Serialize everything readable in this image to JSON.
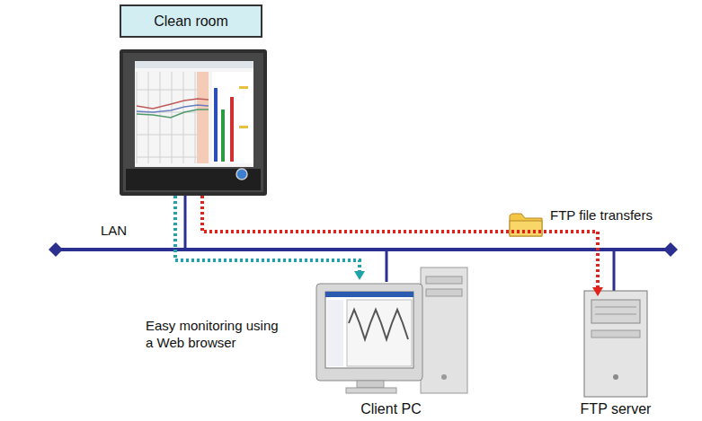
{
  "diagram": {
    "nodes": [
      {
        "text": [
          "Clean room"
        ]
      },
      {
        "text": [
          "Client PC"
        ]
      },
      {
        "text": [
          "FTP server"
        ]
      }
    ],
    "edges": [
      {
        "from": 0,
        "to": 1,
        "arrow": "to"
      },
      {
        "from": 0,
        "to": 2,
        "label": "FTP file transfers",
        "arrow": "to"
      }
    ],
    "labels": [
      "LAN",
      "Easy monitoring using a Web browser"
    ]
  }
}
